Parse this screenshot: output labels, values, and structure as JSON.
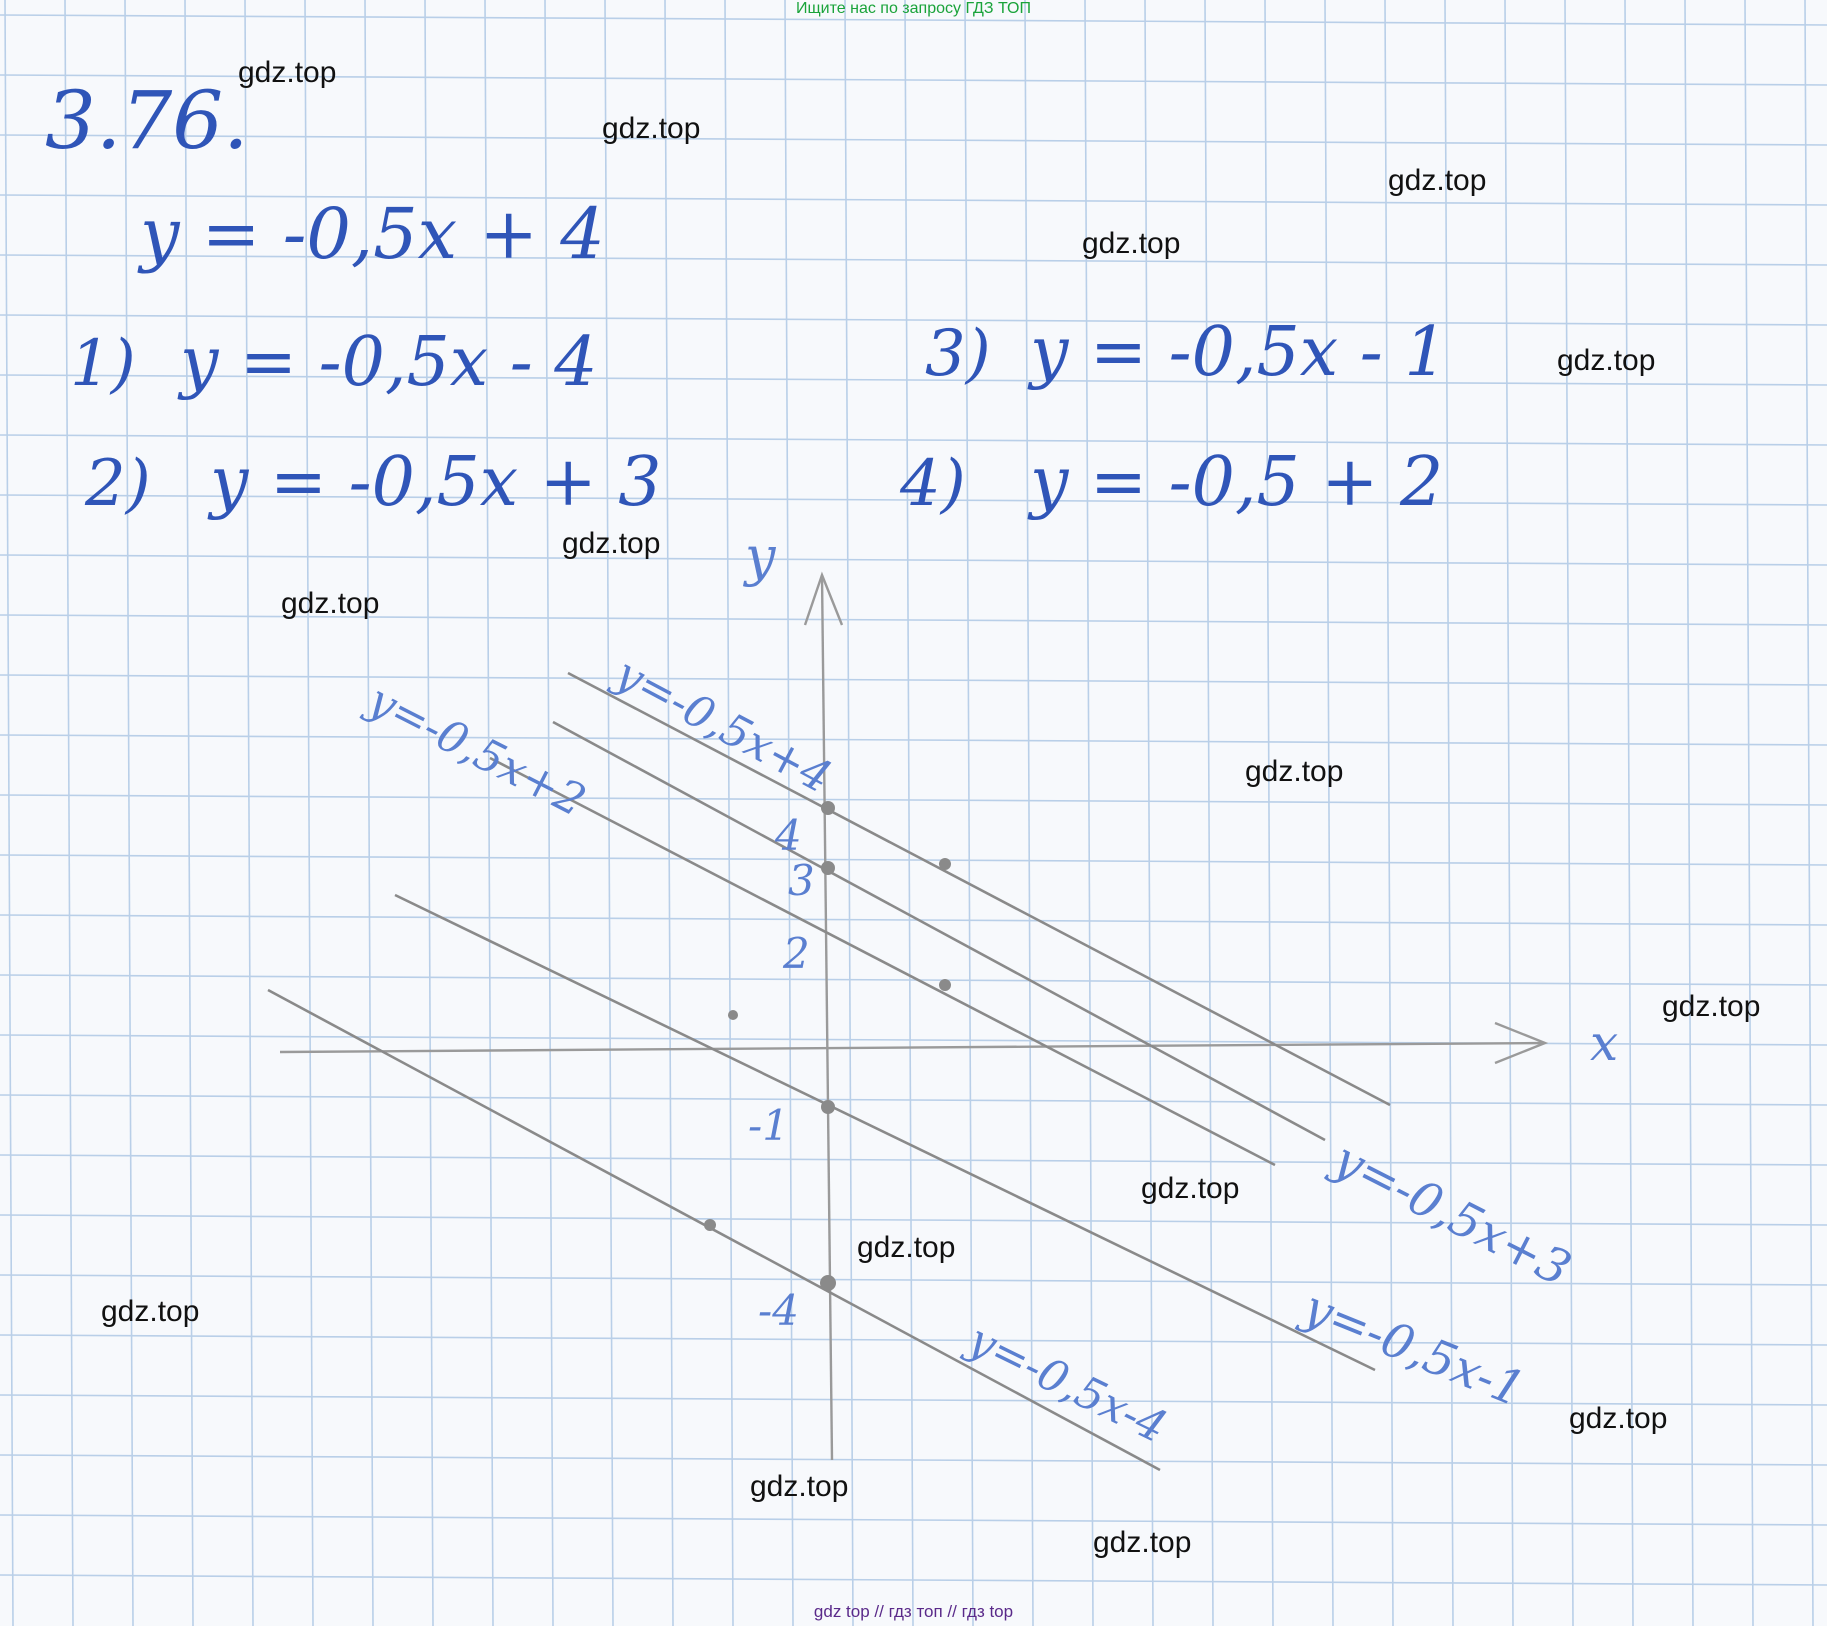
{
  "header": {
    "search_hint": "Ищите нас по запросу ГДЗ ТОП"
  },
  "footer": {
    "links_text": "gdz top  //  гдз топ  //  гдз top"
  },
  "watermark": "gdz.top",
  "problem": {
    "number": "3.76.",
    "given": "y = -0,5x + 4",
    "items": [
      {
        "n": "1)",
        "eq": "y = -0,5x - 4"
      },
      {
        "n": "2)",
        "eq": "y = -0,5x + 3"
      },
      {
        "n": "3)",
        "eq": "y = -0,5x - 1"
      },
      {
        "n": "4)",
        "eq": "y = -0,5 + 2"
      }
    ]
  },
  "graph": {
    "axis_x_label": "x",
    "axis_y_label": "y",
    "tick_labels": [
      "4",
      "3",
      "2",
      "-1",
      "-4"
    ],
    "line_labels": [
      "y=-0,5x+4",
      "y=-0,5x+2",
      "y=-0,5x+3",
      "y=-0,5x-1",
      "y=-0,5x-4"
    ]
  },
  "colors": {
    "ink": "#2f55b8",
    "grid": "#b9cfe8",
    "pencil": "#8a8a8a",
    "top_link": "#1aa33a"
  }
}
